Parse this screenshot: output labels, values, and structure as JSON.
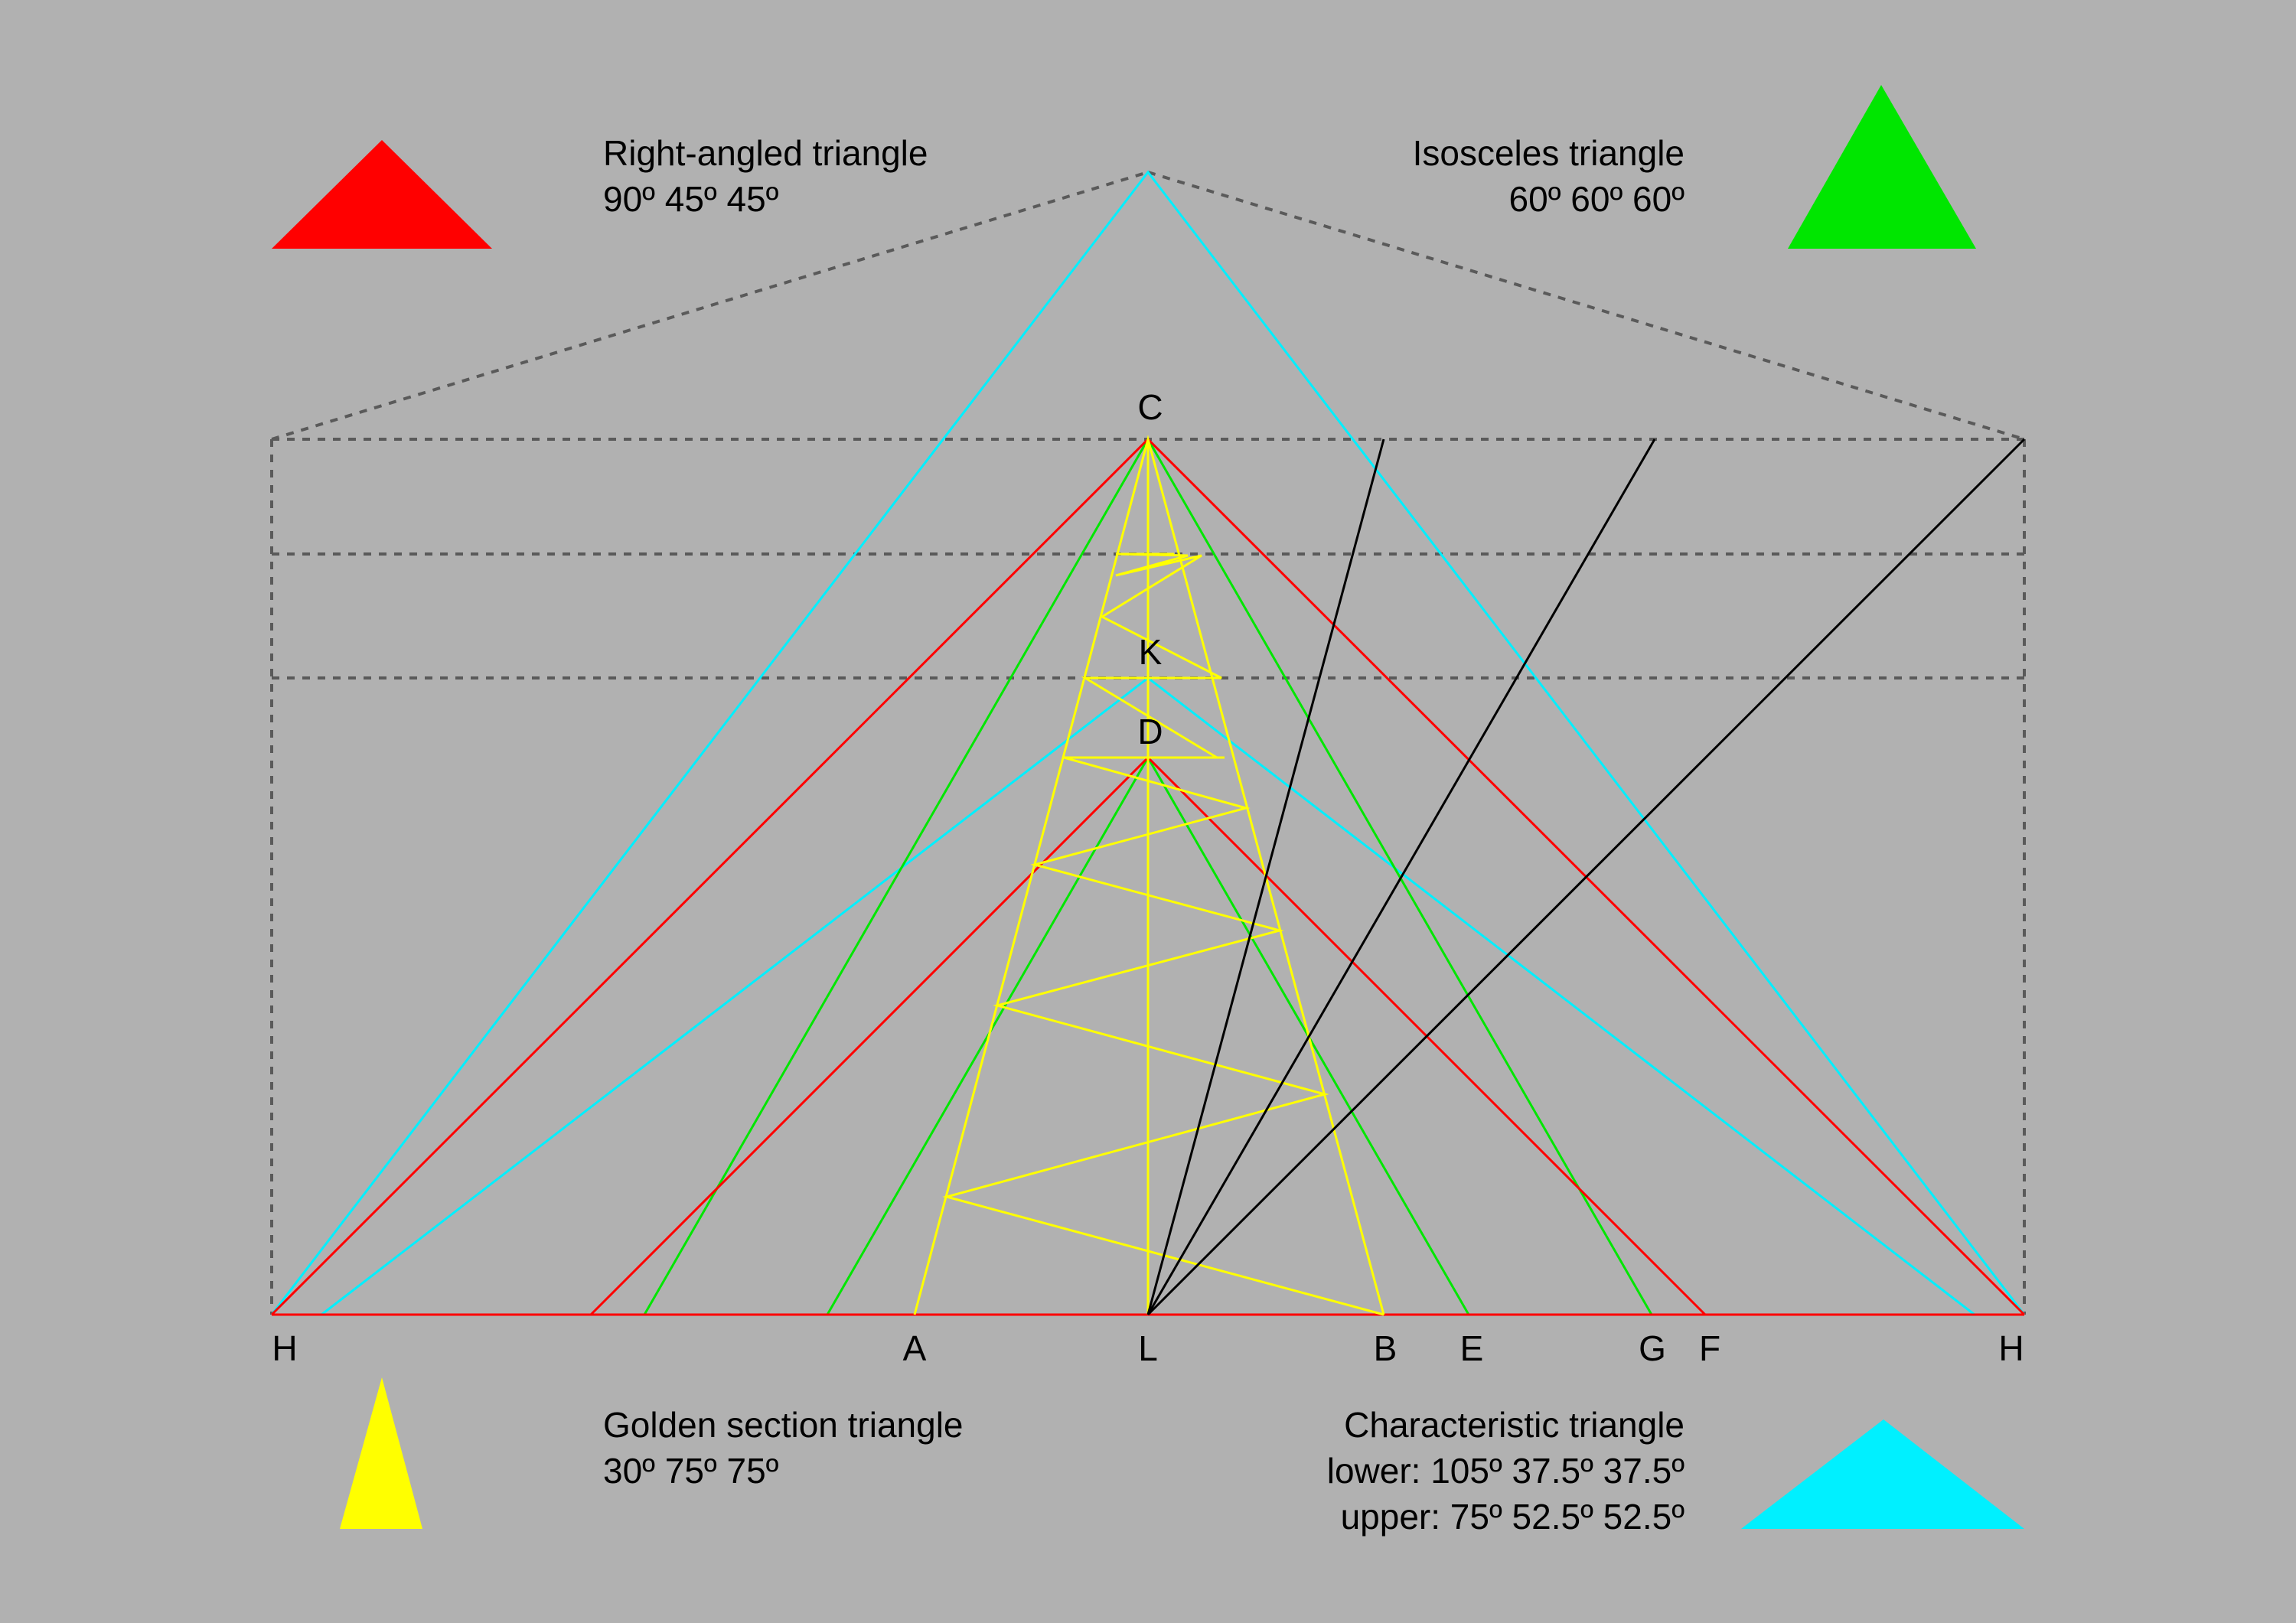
{
  "colors": {
    "background": "#b1b1b1",
    "right_angled": "#ff0000",
    "isosceles": "#00e600",
    "golden": "#ffff00",
    "characteristic": "#00f0ff",
    "construction": "#000000",
    "dashed": "#5a5a5a"
  },
  "legend": {
    "right_angled": {
      "title": "Right-angled triangle",
      "angles": "90º 45º 45º"
    },
    "isosceles": {
      "title": "Isosceles triangle",
      "angles": "60º 60º 60º"
    },
    "golden": {
      "title": "Golden section triangle",
      "angles": "30º 75º 75º"
    },
    "characteristic": {
      "title": "Characteristic triangle",
      "lower": "lower: 105º 37.5º 37.5º",
      "upper": "upper: 75º 52.5º 52.5º"
    }
  },
  "points": {
    "C": "C",
    "K": "K",
    "D": "D",
    "H_left": "H",
    "A": "A",
    "L": "L",
    "B": "B",
    "E": "E",
    "G": "G",
    "F": "F",
    "H_right": "H"
  }
}
